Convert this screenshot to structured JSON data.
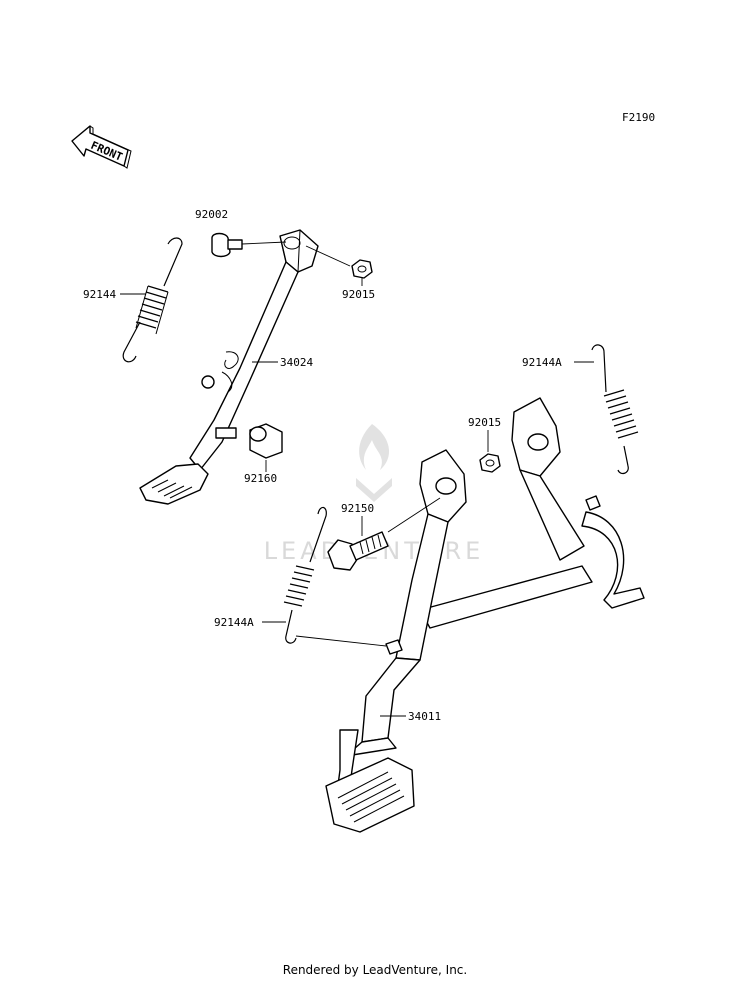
{
  "diagram": {
    "figure_code": "F2190",
    "front_arrow_label": "FRONT",
    "watermark_text": "LEADVENTURE",
    "footer": "Rendered by LeadVenture, Inc.",
    "parts": [
      {
        "id": "p1",
        "label": "92002",
        "part": "bolt"
      },
      {
        "id": "p2",
        "label": "92015",
        "part": "nut"
      },
      {
        "id": "p3",
        "label": "92144",
        "part": "spring"
      },
      {
        "id": "p4",
        "label": "34024",
        "part": "side stand"
      },
      {
        "id": "p5",
        "label": "92160",
        "part": "collar"
      },
      {
        "id": "p6",
        "label": "92144A",
        "part": "spring"
      },
      {
        "id": "p7",
        "label": "92015",
        "part": "nut"
      },
      {
        "id": "p8",
        "label": "92150",
        "part": "bolt"
      },
      {
        "id": "p9",
        "label": "92144A",
        "part": "spring"
      },
      {
        "id": "p10",
        "label": "34011",
        "part": "center stand"
      }
    ],
    "colors": {
      "line": "#000000",
      "background": "#ffffff",
      "watermark": "#d9d9d9"
    }
  }
}
